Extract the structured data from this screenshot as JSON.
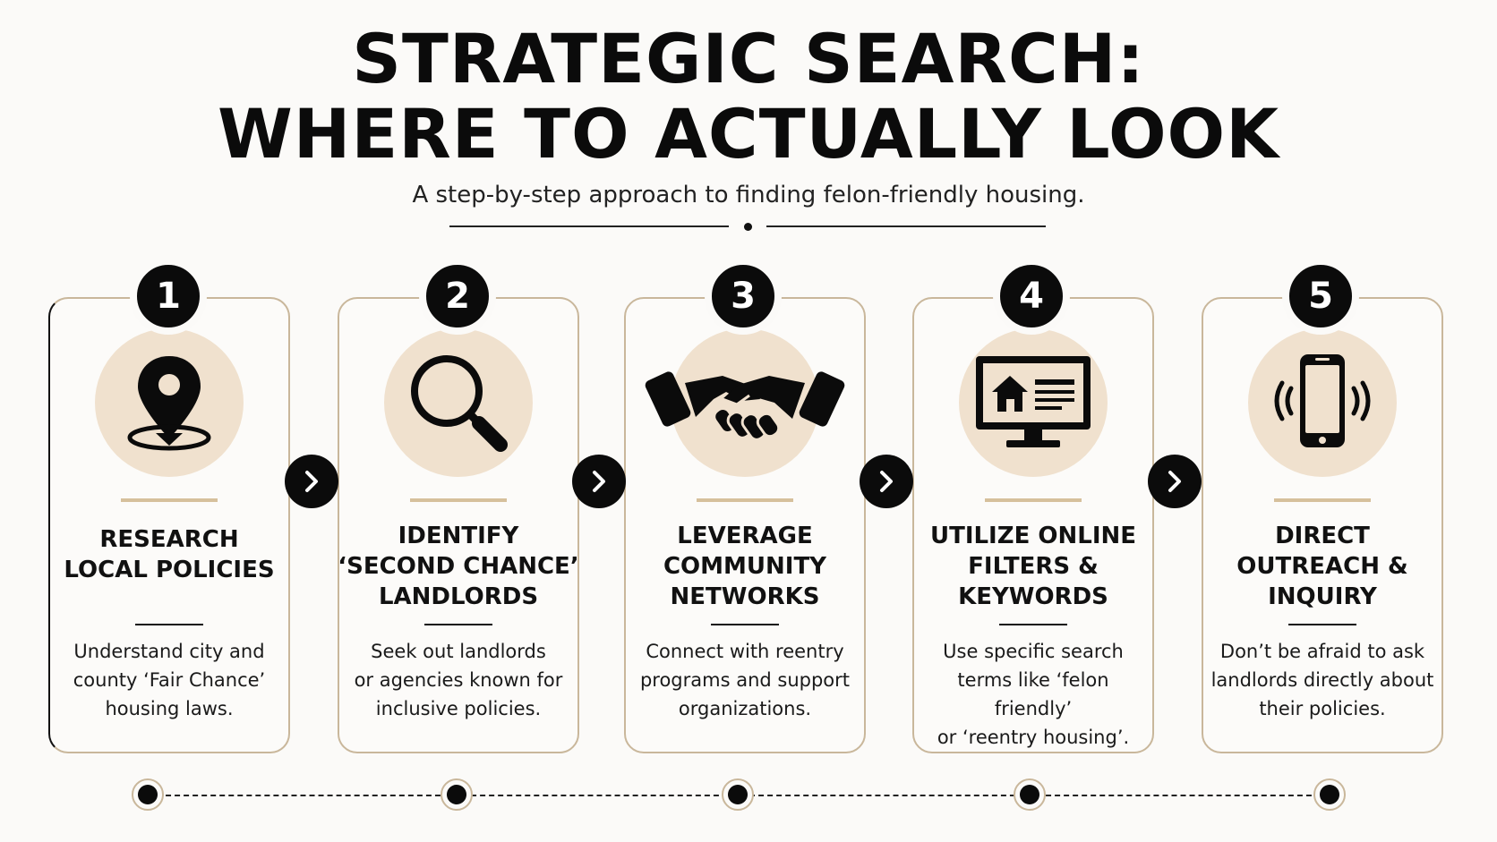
{
  "header": {
    "title_line1": "STRATEGIC SEARCH:",
    "title_line2": "WHERE TO ACTUALLY LOOK",
    "subtitle": "A step-by-step approach to finding felon-friendly housing."
  },
  "steps": [
    {
      "number": "1",
      "icon": "location-pin-icon",
      "title": "RESEARCH\nLOCAL POLICIES",
      "description": "Understand city and\ncounty ‘Fair Chance’\nhousing laws."
    },
    {
      "number": "2",
      "icon": "magnifying-glass-icon",
      "title": "IDENTIFY\n‘SECOND CHANCE’\nLANDLORDS",
      "description": "Seek out landlords\nor agencies known for\ninclusive policies."
    },
    {
      "number": "3",
      "icon": "handshake-icon",
      "title": "LEVERAGE\nCOMMUNITY\nNETWORKS",
      "description": "Connect with reentry\nprograms and support\norganizations."
    },
    {
      "number": "4",
      "icon": "monitor-house-listing-icon",
      "title": "UTILIZE ONLINE\nFILTERS &\nKEYWORDS",
      "description": "Use specific search\nterms like ‘felon friendly’\nor ‘reentry housing’."
    },
    {
      "number": "5",
      "icon": "ringing-phone-icon",
      "title": "DIRECT\nOUTREACH &\nINQUIRY",
      "description": "Don’t be afraid to ask\nlandlords directly about\ntheir policies."
    }
  ],
  "arrows": [
    "chevron-right-icon",
    "chevron-right-icon",
    "chevron-right-icon",
    "chevron-right-icon"
  ],
  "colors": {
    "badge": "#0b0b0b",
    "icon_circle": "#f0e1ce",
    "card_border": "#c9b79b",
    "accent": "#d6c09c",
    "background": "#fbfaf8"
  }
}
